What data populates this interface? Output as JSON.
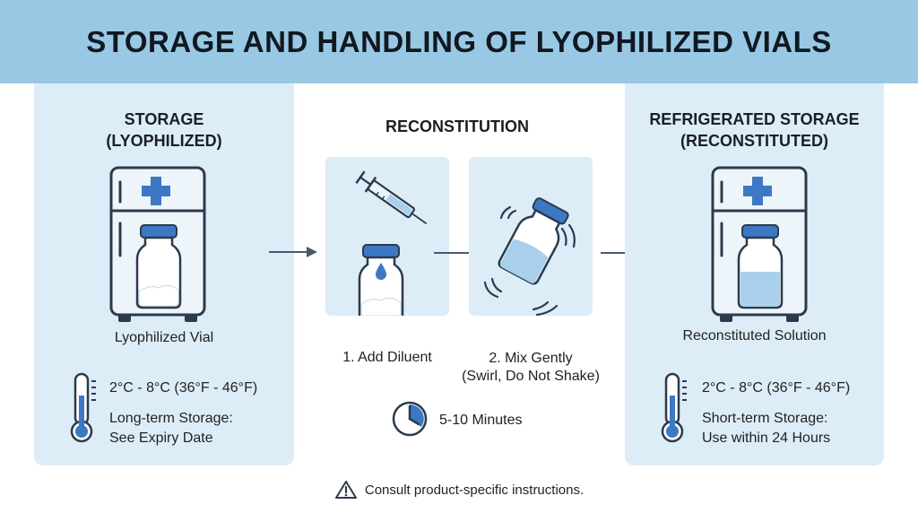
{
  "header": {
    "title": "STORAGE AND HANDLING OF LYOPHILIZED VIALS"
  },
  "left_panel": {
    "title_line1": "STORAGE",
    "title_line2": "(LYOPHILIZED)",
    "caption": "Lyophilized Vial",
    "temperature": "2°C - 8°C (36°F - 46°F)",
    "storage_line1": "Long-term Storage:",
    "storage_line2": "See Expiry Date"
  },
  "middle": {
    "title": "RECONSTITUTION",
    "step1_caption": "1. Add Diluent",
    "step2_caption_line1": "2. Mix Gently",
    "step2_caption_line2": "(Swirl, Do Not Shake)",
    "time": "5-10 Minutes"
  },
  "right_panel": {
    "title_line1": "REFRIGERATED STORAGE",
    "title_line2": "(RECONSTITUTED)",
    "caption": "Reconstituted Solution",
    "temperature": "2°C - 8°C (36°F - 46°F)",
    "storage_line1": "Short-term Storage:",
    "storage_line2": "Use within 24 Hours"
  },
  "footer": {
    "note": "Consult product-specific instructions."
  },
  "colors": {
    "header_bg": "#98c8e4",
    "panel_bg": "#ddedf7",
    "cap_blue": "#3d78c4",
    "outline": "#2c3a4c",
    "liquid": "#a8d0ec"
  }
}
